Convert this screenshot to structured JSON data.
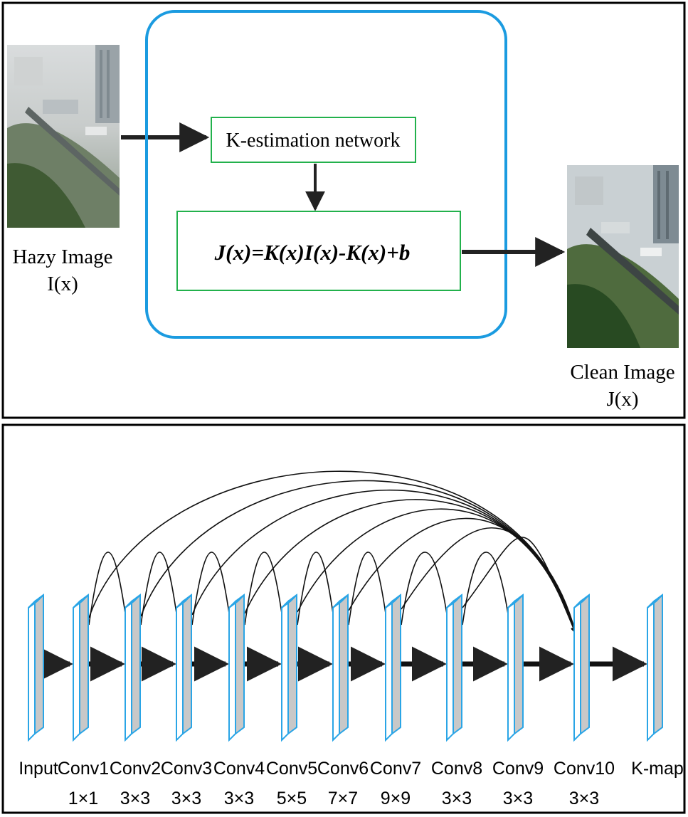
{
  "top_panel": {
    "input_label": "Hazy Image",
    "input_symbol": "I(x)",
    "box_module": "K-estimation network",
    "box_formula": "J(x)=K(x)I(x)-K(x)+b",
    "output_label": "Clean Image",
    "output_symbol": "J(x)"
  },
  "bottom_panel": {
    "layers": [
      {
        "name": "Input",
        "kernel": ""
      },
      {
        "name": "Conv1",
        "kernel": "1×1"
      },
      {
        "name": "Conv2",
        "kernel": "3×3"
      },
      {
        "name": "Conv3",
        "kernel": "3×3"
      },
      {
        "name": "Conv4",
        "kernel": "3×3"
      },
      {
        "name": "Conv5",
        "kernel": "5×5"
      },
      {
        "name": "Conv6",
        "kernel": "7×7"
      },
      {
        "name": "Conv7",
        "kernel": "9×9"
      },
      {
        "name": "Conv8",
        "kernel": "3×3"
      },
      {
        "name": "Conv9",
        "kernel": "3×3"
      },
      {
        "name": "Conv10",
        "kernel": "3×3"
      },
      {
        "name": "K-map",
        "kernel": ""
      }
    ]
  },
  "colors": {
    "frame": "#000000",
    "module_border": "#1b9be0",
    "inner_box_border": "#22b14c",
    "plate_edge": "#2aa5e6",
    "plate_face": "#c8c8c8"
  }
}
